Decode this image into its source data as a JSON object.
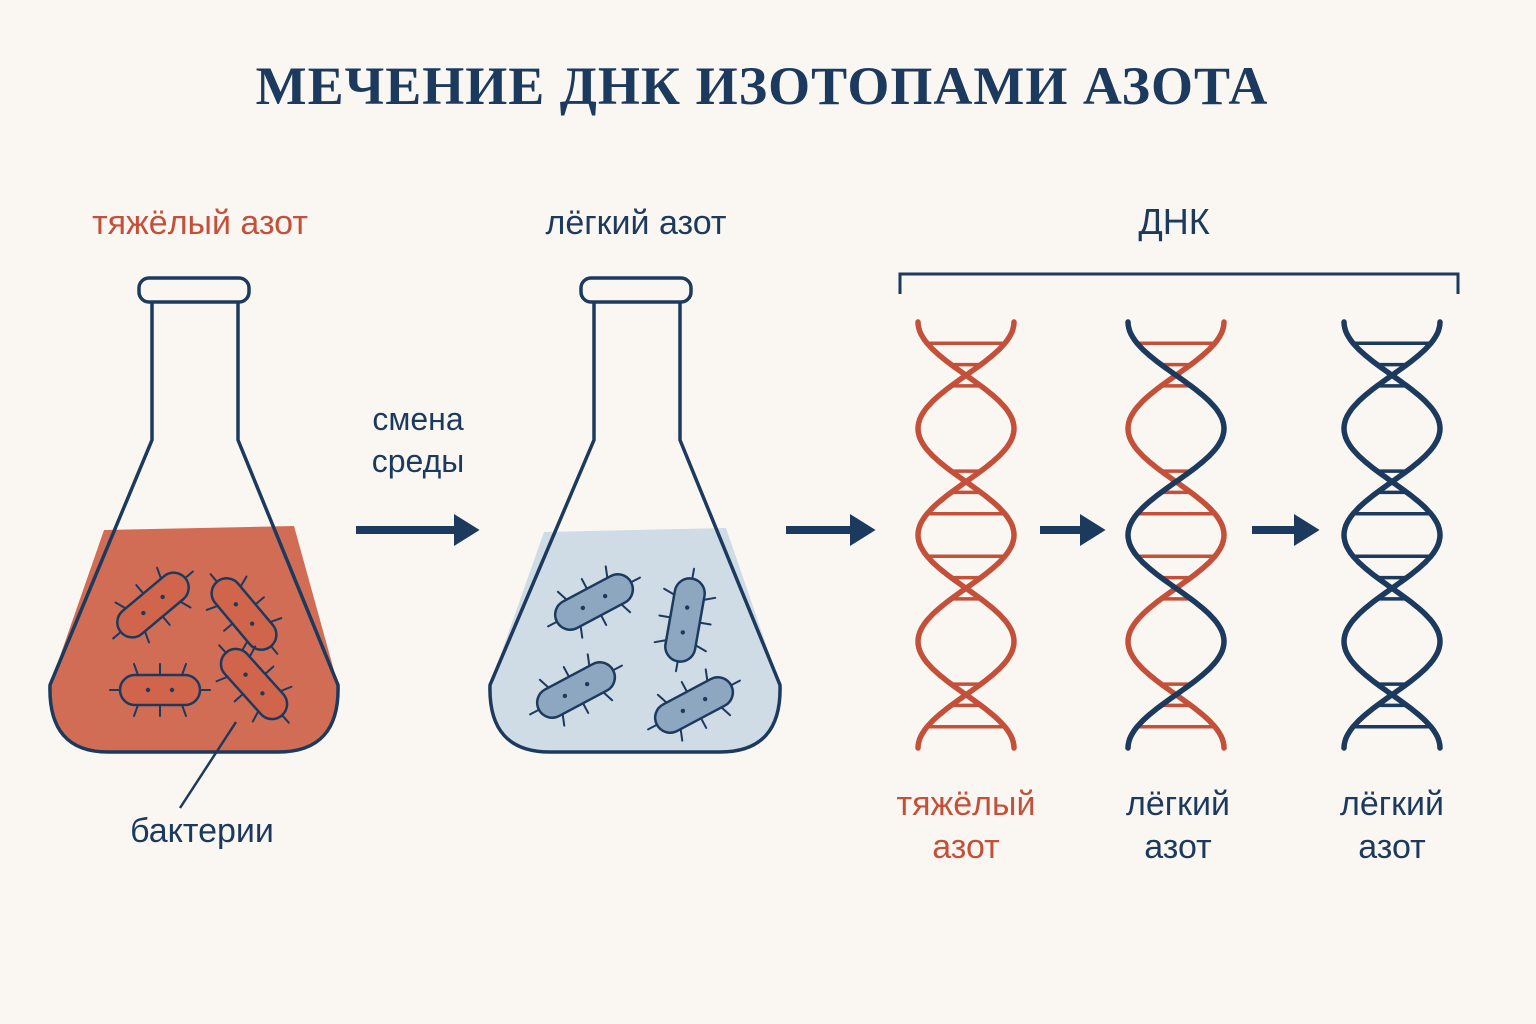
{
  "title": "МЕЧЕНИЕ ДНК ИЗОТОПАМИ АЗОТА",
  "colors": {
    "navy": "#1c3a5e",
    "heavy": "#c4503a",
    "heavy_fill": "#d0654c",
    "light_fill": "#cfdbe5",
    "bacteria_light": "#8ea7c0",
    "background": "#faf7f2"
  },
  "flask_heavy": {
    "label": "тяжёлый азот",
    "bacteria_label": "бактерии"
  },
  "medium_change": {
    "line1": "смена",
    "line2": "среды"
  },
  "flask_light": {
    "label": "лёгкий азот"
  },
  "dna_group": {
    "label": "ДНК"
  },
  "dna": [
    {
      "line1": "тяжёлый",
      "line2": "азот"
    },
    {
      "line1": "лёгкий",
      "line2": "азот"
    },
    {
      "line1": "лёгкий",
      "line2": "азот"
    }
  ]
}
